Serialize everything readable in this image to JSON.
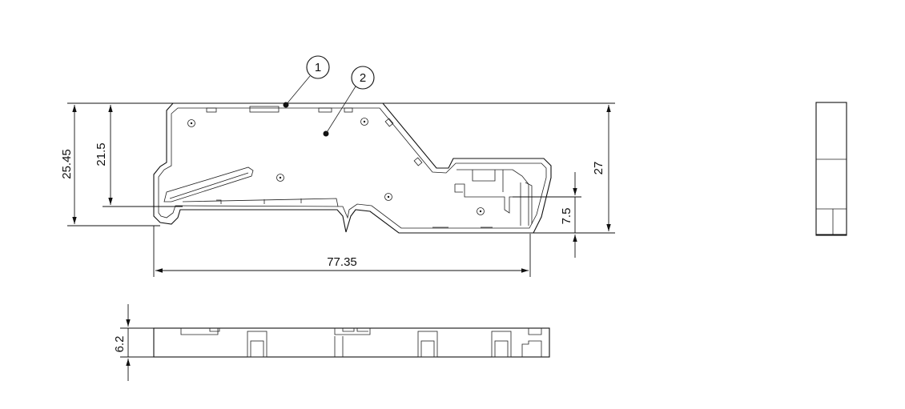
{
  "dimensions": {
    "overall_height": "25.45",
    "inner_height": "21.5",
    "total_width": "77.35",
    "right_height": "27",
    "hook_height": "7.5",
    "thickness": "6.2"
  },
  "balloons": {
    "b1": "1",
    "b2": "2"
  }
}
